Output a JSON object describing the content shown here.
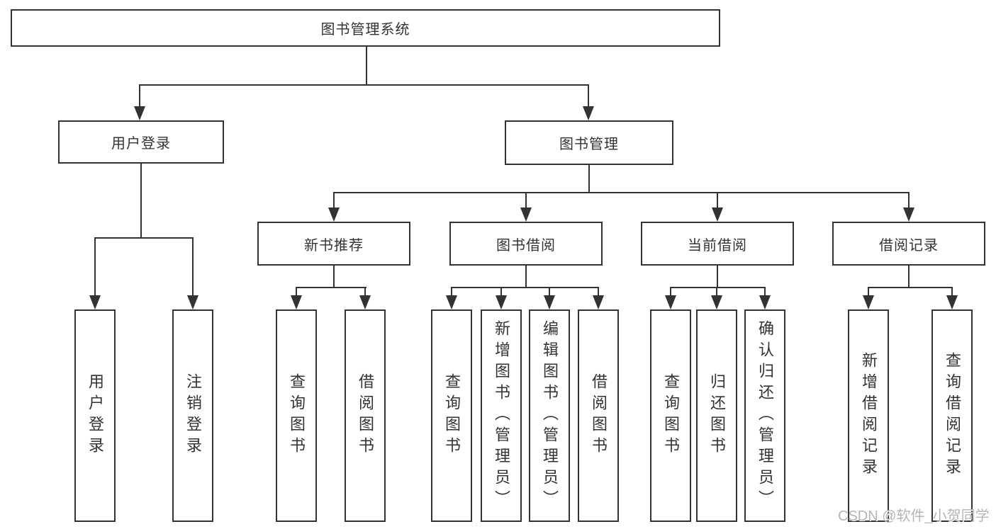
{
  "diagram_title": "图书管理系统",
  "tree": {
    "label": "图书管理系统",
    "children": [
      {
        "label": "用户登录",
        "children": [
          {
            "label": "用户登录"
          },
          {
            "label": "注销登录"
          }
        ]
      },
      {
        "label": "图书管理",
        "children": [
          {
            "label": "新书推荐",
            "children": [
              {
                "label": "查询图书"
              },
              {
                "label": "借阅图书"
              }
            ]
          },
          {
            "label": "图书借阅",
            "children": [
              {
                "label": "查询图书"
              },
              {
                "label": "新增图书（管理员）"
              },
              {
                "label": "编辑图书（管理员）"
              },
              {
                "label": "借阅图书"
              }
            ]
          },
          {
            "label": "当前借阅",
            "children": [
              {
                "label": "查询图书"
              },
              {
                "label": "归还图书"
              },
              {
                "label": "确认归还（管理员）"
              }
            ]
          },
          {
            "label": "借阅记录",
            "children": [
              {
                "label": "新增借阅记录"
              },
              {
                "label": "查询借阅记录"
              }
            ]
          }
        ]
      }
    ]
  },
  "watermark": {
    "text": "CSDN @软件_小贺同学"
  },
  "colors": {
    "line": "#333333",
    "text": "#333333",
    "watermark": "#b5b5b5",
    "background": "#ffffff"
  }
}
